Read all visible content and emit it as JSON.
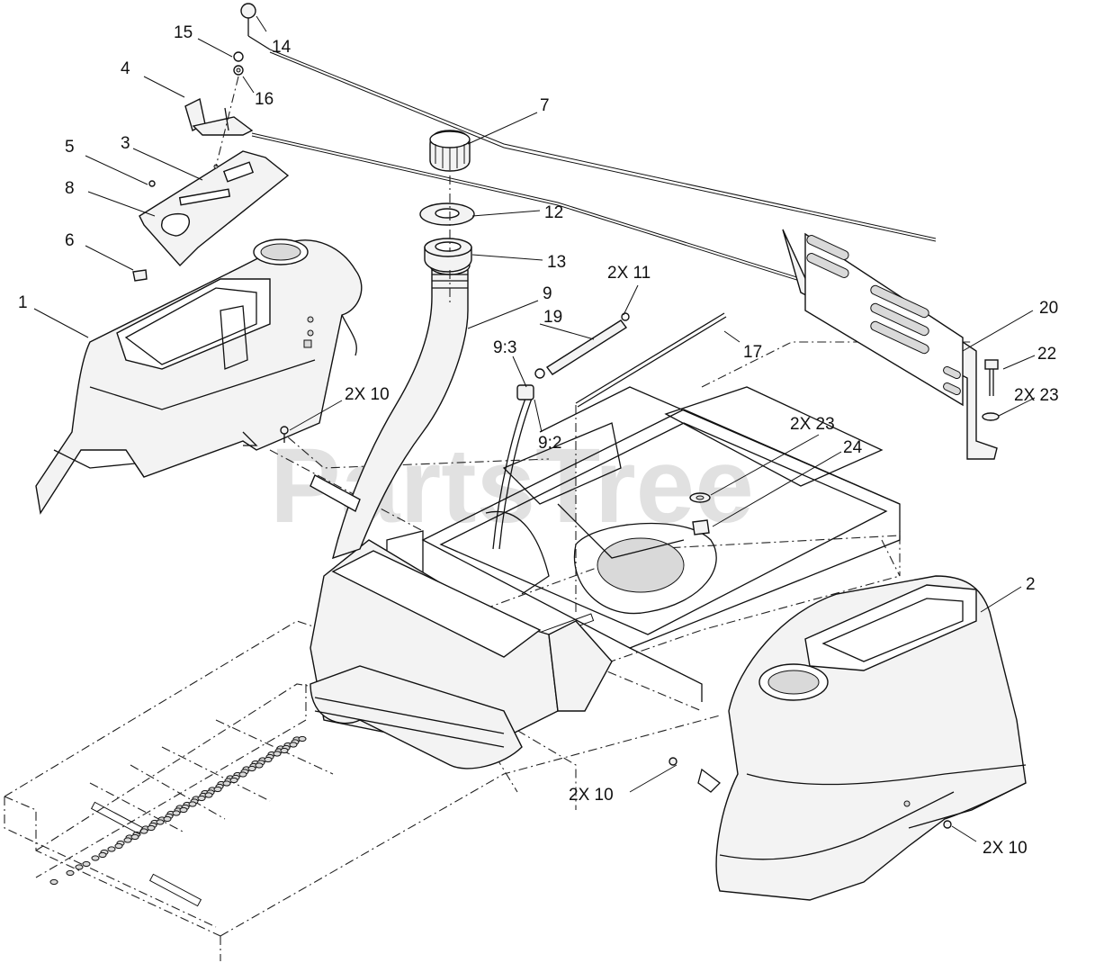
{
  "watermark": "PartsTree",
  "callouts": {
    "c1": "1",
    "c2": "2",
    "c3": "3",
    "c4": "4",
    "c5": "5",
    "c6": "6",
    "c7": "7",
    "c8": "8",
    "c9": "9",
    "c9_2": "9:2",
    "c9_3": "9:3",
    "c10a": "2X 10",
    "c10b": "2X 10",
    "c10c": "2X 10",
    "c11": "2X 11",
    "c12": "12",
    "c13": "13",
    "c14": "14",
    "c15": "15",
    "c16": "16",
    "c17": "17",
    "c19": "19",
    "c20": "20",
    "c22": "22",
    "c23a": "2X 23",
    "c23b": "2X 23",
    "c24": "24"
  }
}
